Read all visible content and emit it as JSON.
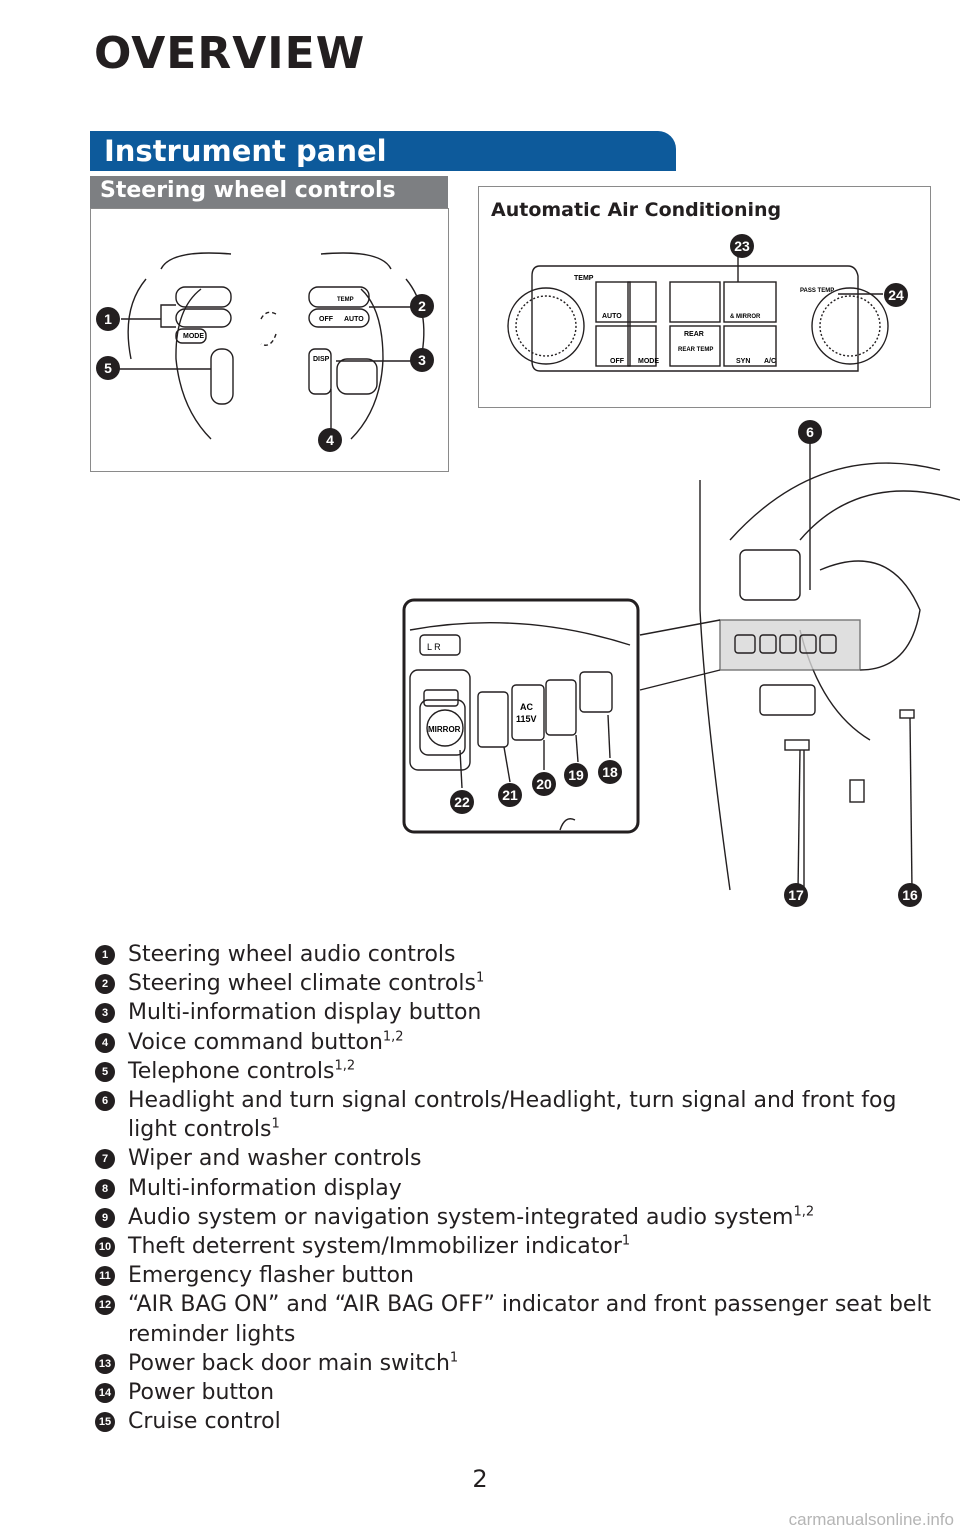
{
  "page": {
    "title": "OVERVIEW",
    "section_title": "Instrument panel",
    "subsection_title": "Steering wheel controls",
    "ac_title": "Automatic Air Conditioning",
    "page_number": "2",
    "watermark": "carmanualsonline.info"
  },
  "callouts": {
    "c1": "1",
    "c2": "2",
    "c3": "3",
    "c4": "4",
    "c5": "5",
    "c6": "6",
    "c16": "16",
    "c17": "17",
    "c18": "18",
    "c19": "19",
    "c20": "20",
    "c21": "21",
    "c22": "22",
    "c23": "23",
    "c24": "24"
  },
  "wheel_labels": {
    "mode": "MODE",
    "off": "OFF",
    "auto": "AUTO",
    "temp": "TEMP",
    "disp": "DISP"
  },
  "ac_panel_labels": {
    "temp": "TEMP",
    "auto": "AUTO",
    "off": "OFF",
    "mode": "MODE",
    "rear": "REAR",
    "rear_temp": "REAR TEMP",
    "mirror": "& MIRROR",
    "syn": "SYN",
    "ac": "A/C",
    "pass_temp": "PASS TEMP"
  },
  "inset_labels": {
    "lr": "L  R",
    "mirror": "MIRROR",
    "ac": "AC",
    "ac_volt": "115V"
  },
  "items": [
    {
      "num": "1",
      "text": "Steering wheel audio controls",
      "sup": ""
    },
    {
      "num": "2",
      "text": "Steering wheel climate controls",
      "sup": "1"
    },
    {
      "num": "3",
      "text": "Multi-information display button",
      "sup": ""
    },
    {
      "num": "4",
      "text": "Voice command button",
      "sup": "1,2"
    },
    {
      "num": "5",
      "text": "Telephone controls",
      "sup": "1,2"
    },
    {
      "num": "6",
      "text": "Headlight and turn signal controls/Headlight, turn signal and front fog light controls",
      "sup": "1"
    },
    {
      "num": "7",
      "text": "Wiper and washer controls",
      "sup": ""
    },
    {
      "num": "8",
      "text": "Multi-information display",
      "sup": ""
    },
    {
      "num": "9",
      "text": "Audio system or navigation system-integrated audio system",
      "sup": "1,2"
    },
    {
      "num": "10",
      "text": "Theft deterrent system/Immobilizer indicator",
      "sup": "1"
    },
    {
      "num": "11",
      "text": "Emergency flasher button",
      "sup": ""
    },
    {
      "num": "12",
      "text": "“AIR BAG ON” and “AIR BAG OFF” indicator and front passenger seat belt reminder lights",
      "sup": ""
    },
    {
      "num": "13",
      "text": "Power back door main switch",
      "sup": "1"
    },
    {
      "num": "14",
      "text": "Power button",
      "sup": ""
    },
    {
      "num": "15",
      "text": "Cruise control",
      "sup": ""
    }
  ]
}
